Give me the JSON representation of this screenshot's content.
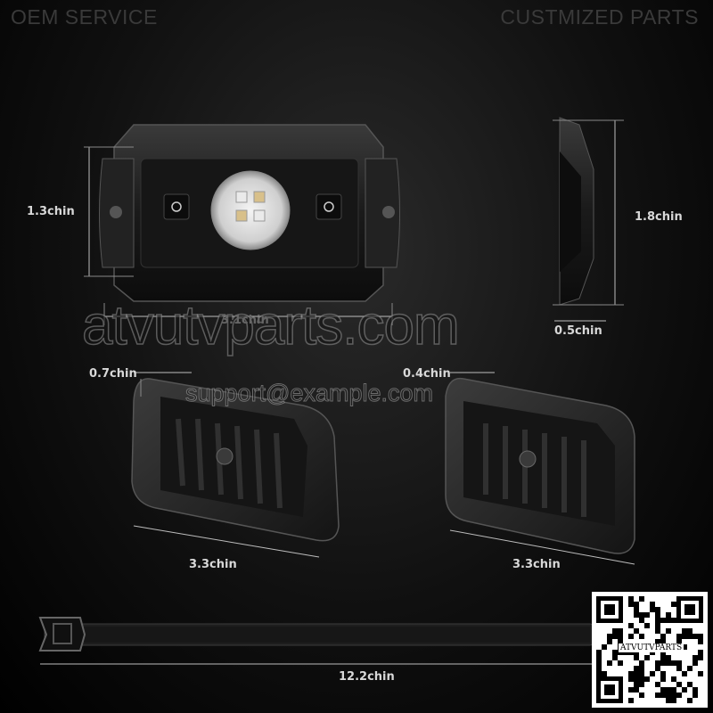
{
  "header": {
    "left_text": "OEM SERVICE",
    "right_text": "CUSTMIZED PARTS"
  },
  "dimensions": {
    "front_height": "1.3chin",
    "front_width": "3.1chin",
    "side_height": "1.8chin",
    "side_depth": "0.5chin",
    "back_left_depth": "0.7chin",
    "back_right_depth": "0.4chin",
    "back_left_width": "3.3chin",
    "back_right_width": "3.3chin",
    "strap_length": "12.2chin"
  },
  "watermark": {
    "site": "atvutvparts.com",
    "email": "support@example.com"
  },
  "qr": {
    "label": "ATVUTVPARTS"
  },
  "colors": {
    "background": "#000000",
    "product": "#1c1c1c",
    "dimension_lines": "#bdbdbd"
  }
}
